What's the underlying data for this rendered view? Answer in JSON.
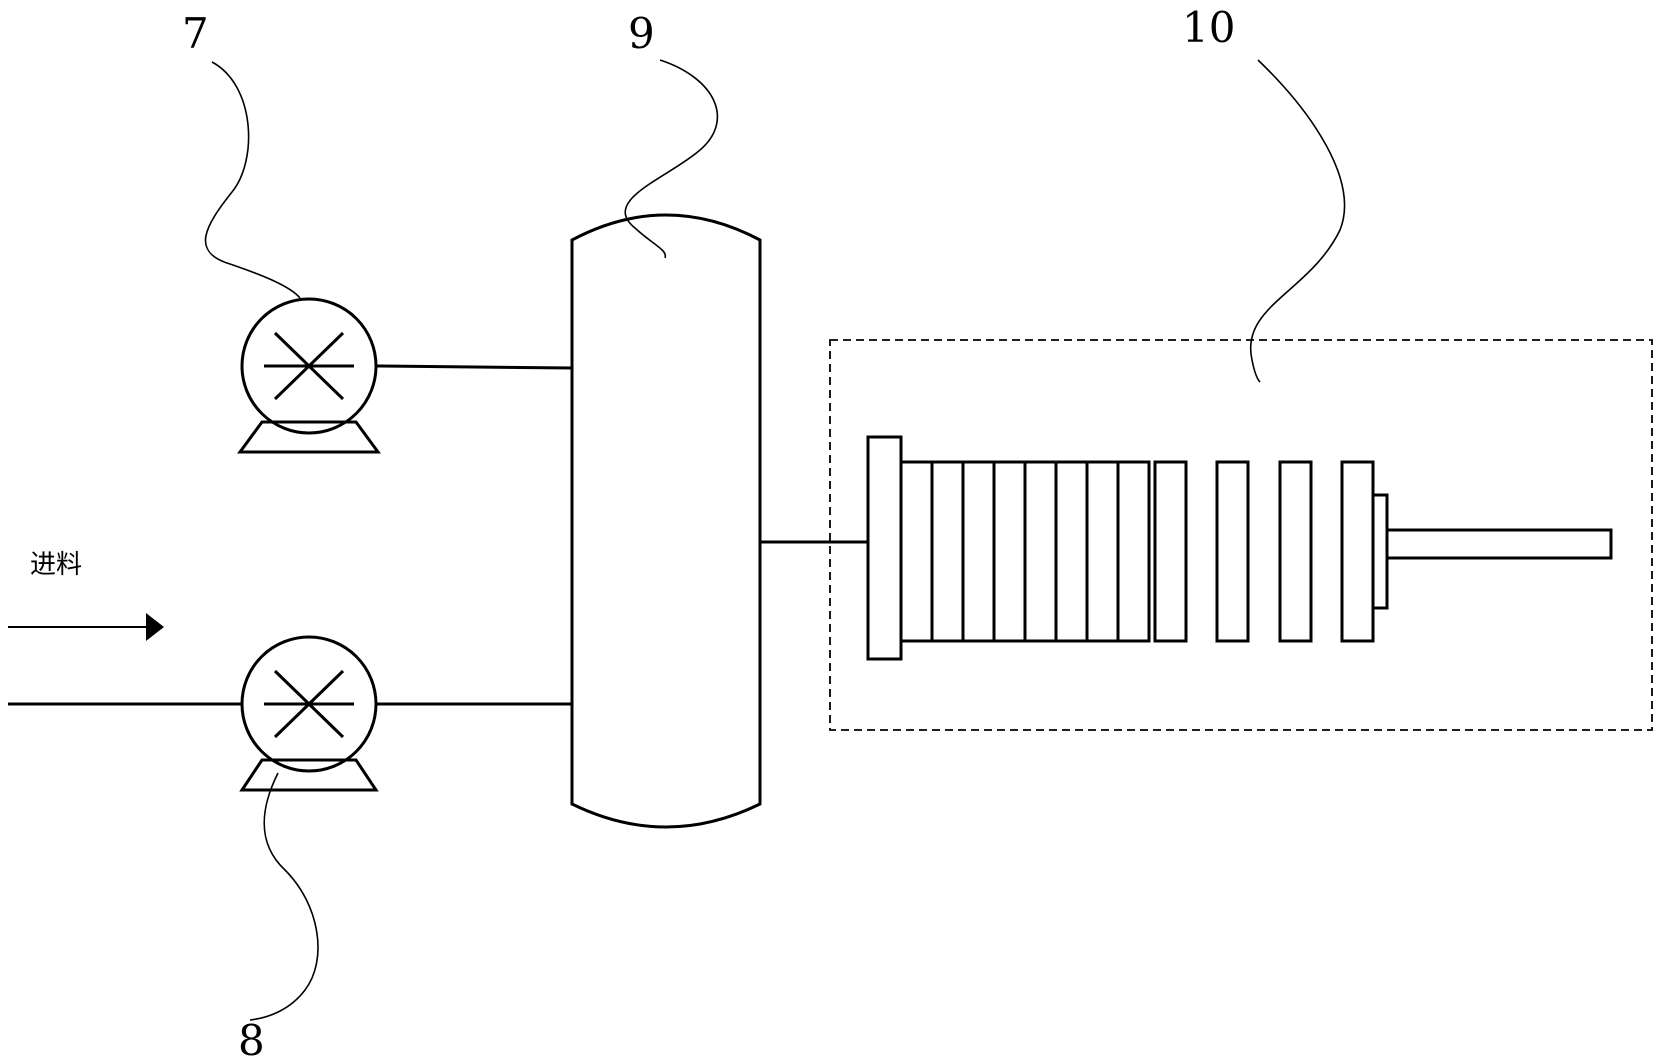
{
  "labels": {
    "pump_top": "7",
    "pump_bottom": "8",
    "tank": "9",
    "filter_press": "10",
    "feed": "进料"
  },
  "colors": {
    "line": "#000000",
    "background": "#ffffff"
  }
}
